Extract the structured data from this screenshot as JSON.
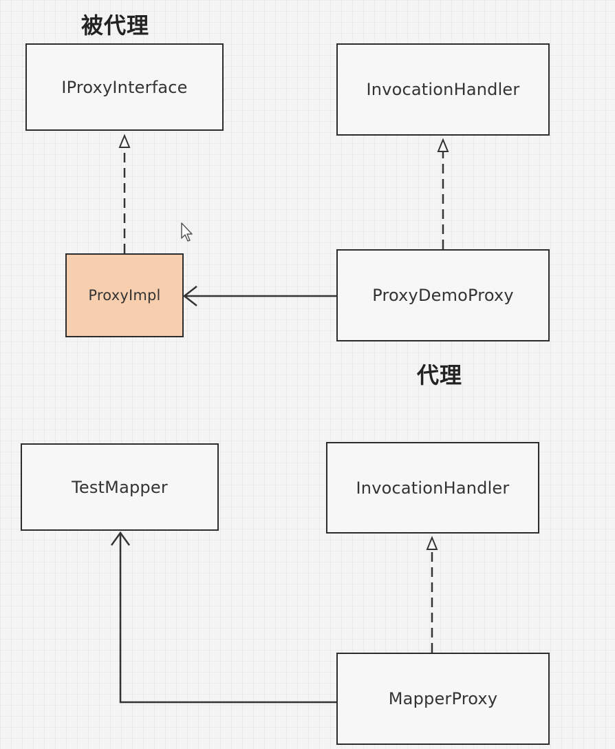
{
  "diagram": {
    "captions": {
      "proxied": "被代理",
      "proxy": "代理"
    },
    "top": {
      "proxy_interface": "IProxyInterface",
      "invocation_handler": "InvocationHandler",
      "proxy_impl": "ProxyImpl",
      "proxy_demo_proxy": "ProxyDemoProxy"
    },
    "bottom": {
      "test_mapper": "TestMapper",
      "invocation_handler": "InvocationHandler",
      "mapper_proxy": "MapperProxy"
    },
    "colors": {
      "highlight_fill": "#f8cfae",
      "border": "#2c2c2c"
    },
    "icons": {
      "cursor": "mouse-pointer-icon"
    }
  }
}
